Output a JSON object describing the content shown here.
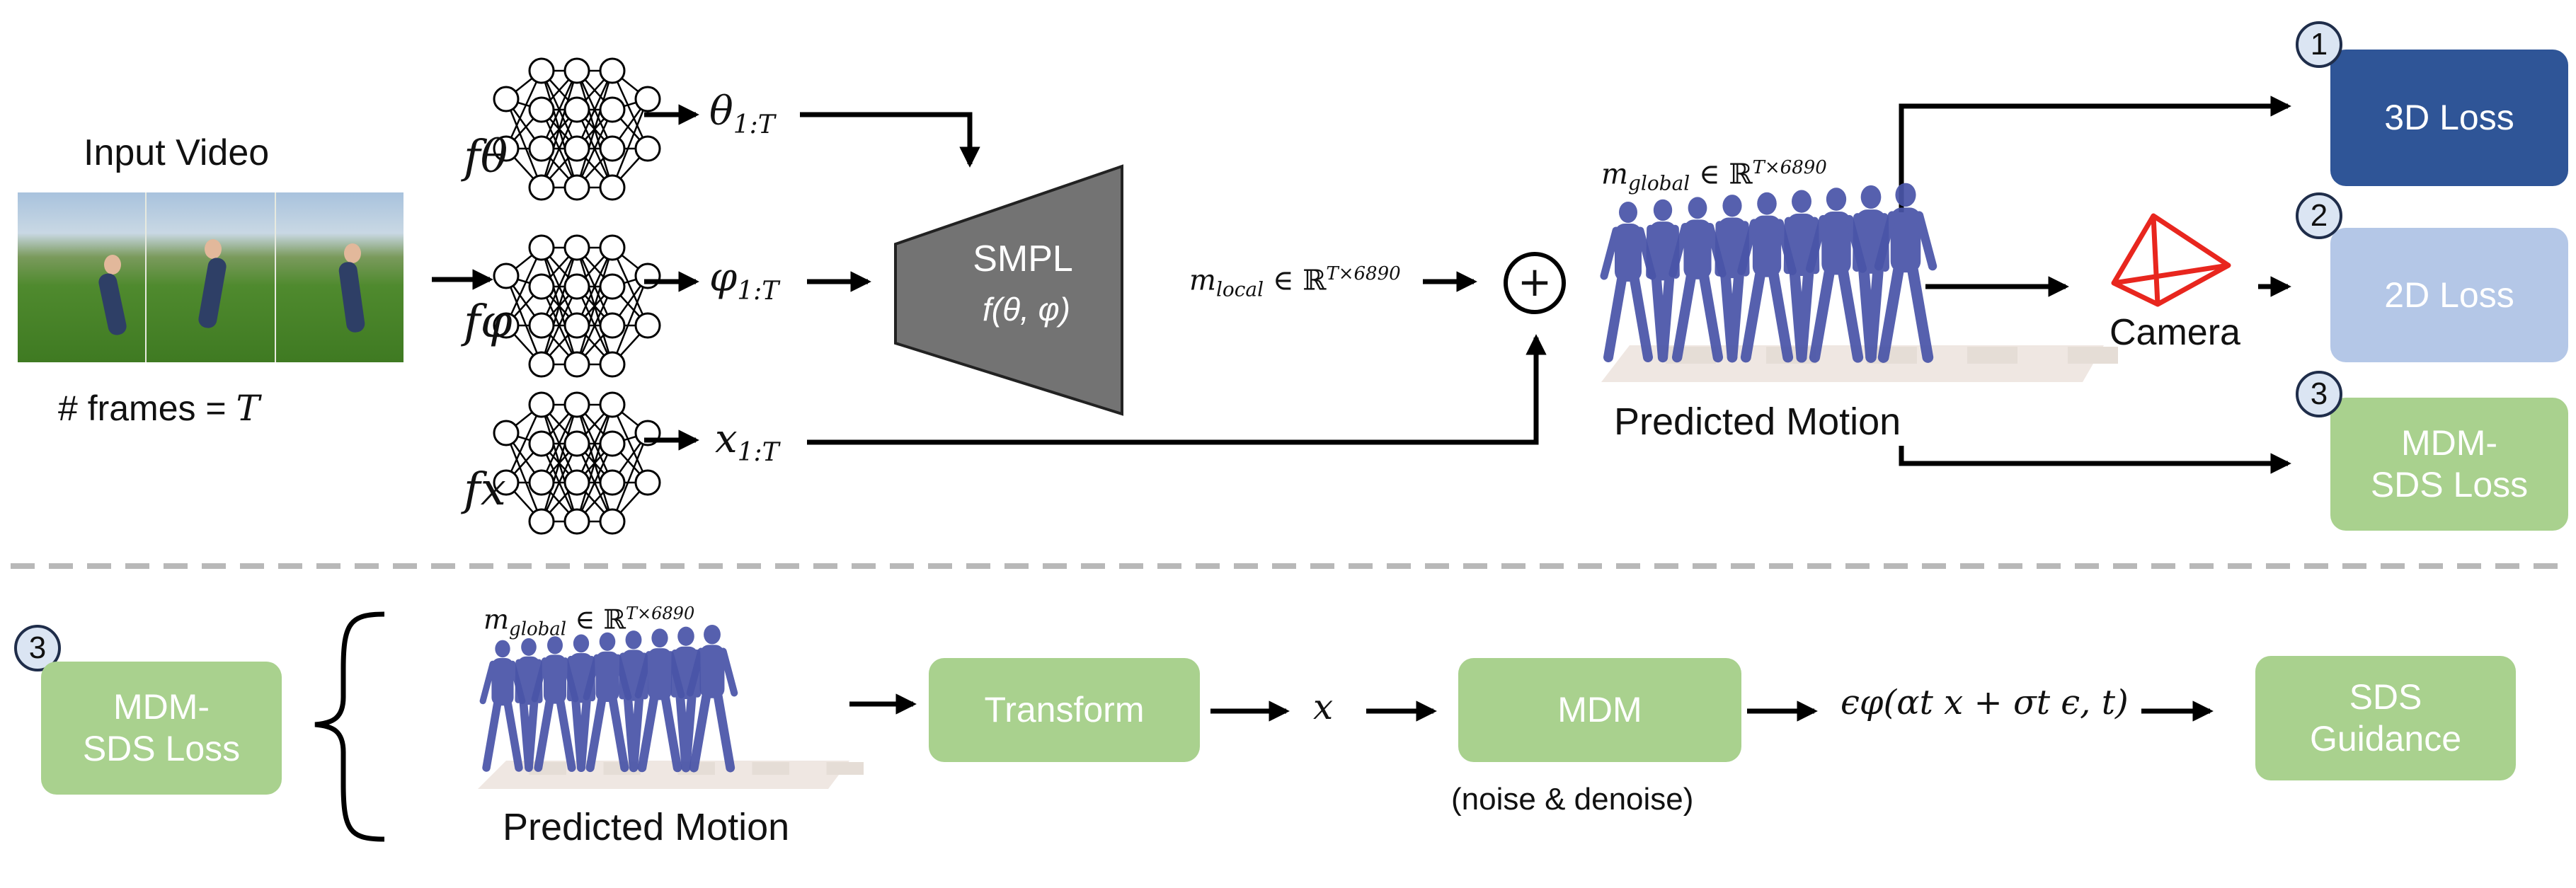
{
  "input": {
    "title": "Input Video",
    "frames_caption": "# frames = ",
    "frames_symbol": "T"
  },
  "networks": {
    "theta": {
      "func": "fθ",
      "out": "θ",
      "out_sub": "1:T"
    },
    "phi": {
      "func": "fφ",
      "out": "φ",
      "out_sub": "1:T"
    },
    "x": {
      "func": "fx",
      "out": "x",
      "out_sub": "1:T"
    }
  },
  "smpl": {
    "title": "SMPL",
    "formula": "f(θ, φ)"
  },
  "m_local": {
    "symbol": "m",
    "sub": "local",
    "space": "∈ ℝ",
    "sup": "T×6890"
  },
  "m_global": {
    "symbol": "m",
    "sub": "global",
    "space": "∈ ℝ",
    "sup": "T×6890"
  },
  "plus_symbol": "+",
  "predicted_motion_label": "Predicted Motion",
  "camera_label": "Camera",
  "losses": [
    {
      "badge": "1",
      "label": "3D Loss",
      "color": "#2f5597"
    },
    {
      "badge": "2",
      "label": "2D Loss",
      "color": "#b4c7e7"
    },
    {
      "badge": "3",
      "label_line1": "MDM-",
      "label_line2": "SDS Loss",
      "color": "#a9d18e"
    }
  ],
  "bottom": {
    "badge": "3",
    "loss_line1": "MDM-",
    "loss_line2": "SDS Loss",
    "transform_label": "Transform",
    "x_symbol": "x",
    "mdm_label": "MDM",
    "mdm_caption": "(noise & denoise)",
    "epsilon_expr": "ϵφ(αt x + σt ϵ, t)",
    "guidance_line1": "SDS",
    "guidance_line2": "Guidance"
  },
  "colors": {
    "green": "#a9d18e",
    "dark_blue": "#2f5597",
    "light_blue": "#b4c7e7",
    "smpl_gray": "#737373",
    "mesh_purple": "#4a55a8",
    "camera_red": "#e8261e",
    "divider_gray": "#b8b8b8"
  }
}
